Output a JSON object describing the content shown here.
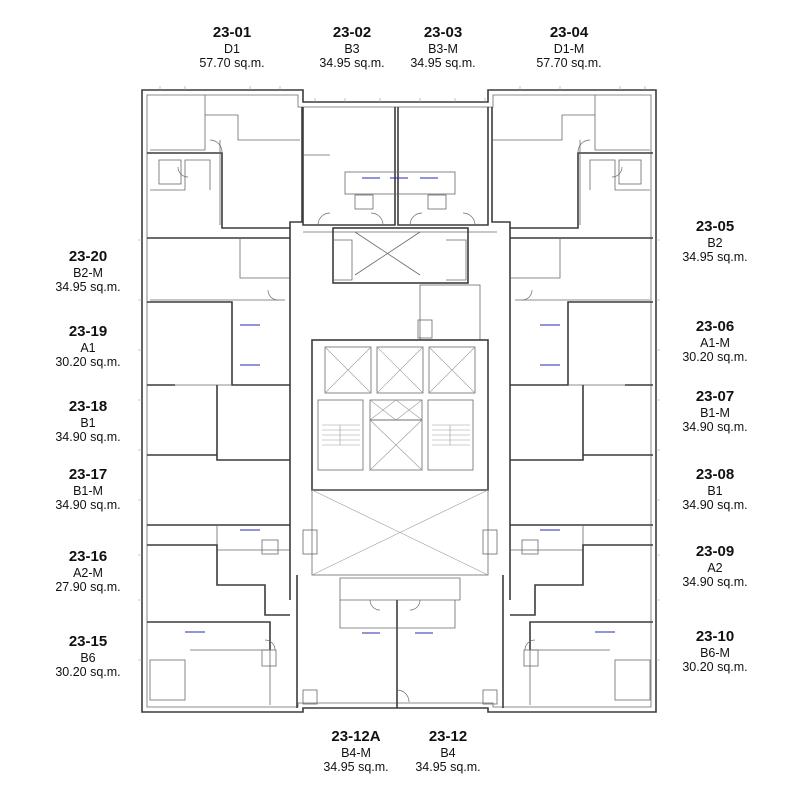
{
  "units": [
    {
      "id": "23-01",
      "type": "D1",
      "area": "57.70 sq.m."
    },
    {
      "id": "23-02",
      "type": "B3",
      "area": "34.95 sq.m."
    },
    {
      "id": "23-03",
      "type": "B3-M",
      "area": "34.95 sq.m."
    },
    {
      "id": "23-04",
      "type": "D1-M",
      "area": "57.70 sq.m."
    },
    {
      "id": "23-05",
      "type": "B2",
      "area": "34.95 sq.m."
    },
    {
      "id": "23-06",
      "type": "A1-M",
      "area": "30.20 sq.m."
    },
    {
      "id": "23-07",
      "type": "B1-M",
      "area": "34.90 sq.m."
    },
    {
      "id": "23-08",
      "type": "B1",
      "area": "34.90 sq.m."
    },
    {
      "id": "23-09",
      "type": "A2",
      "area": "34.90 sq.m."
    },
    {
      "id": "23-10",
      "type": "B6-M",
      "area": "30.20 sq.m."
    },
    {
      "id": "23-12",
      "type": "B4",
      "area": "34.95 sq.m."
    },
    {
      "id": "23-12A",
      "type": "B4-M",
      "area": "34.95 sq.m."
    },
    {
      "id": "23-15",
      "type": "B6",
      "area": "30.20 sq.m."
    },
    {
      "id": "23-16",
      "type": "A2-M",
      "area": "27.90 sq.m."
    },
    {
      "id": "23-17",
      "type": "B1-M",
      "area": "34.90 sq.m."
    },
    {
      "id": "23-18",
      "type": "B1",
      "area": "34.90 sq.m."
    },
    {
      "id": "23-19",
      "type": "A1",
      "area": "30.20 sq.m."
    },
    {
      "id": "23-20",
      "type": "B2-M",
      "area": "34.95 sq.m."
    }
  ]
}
